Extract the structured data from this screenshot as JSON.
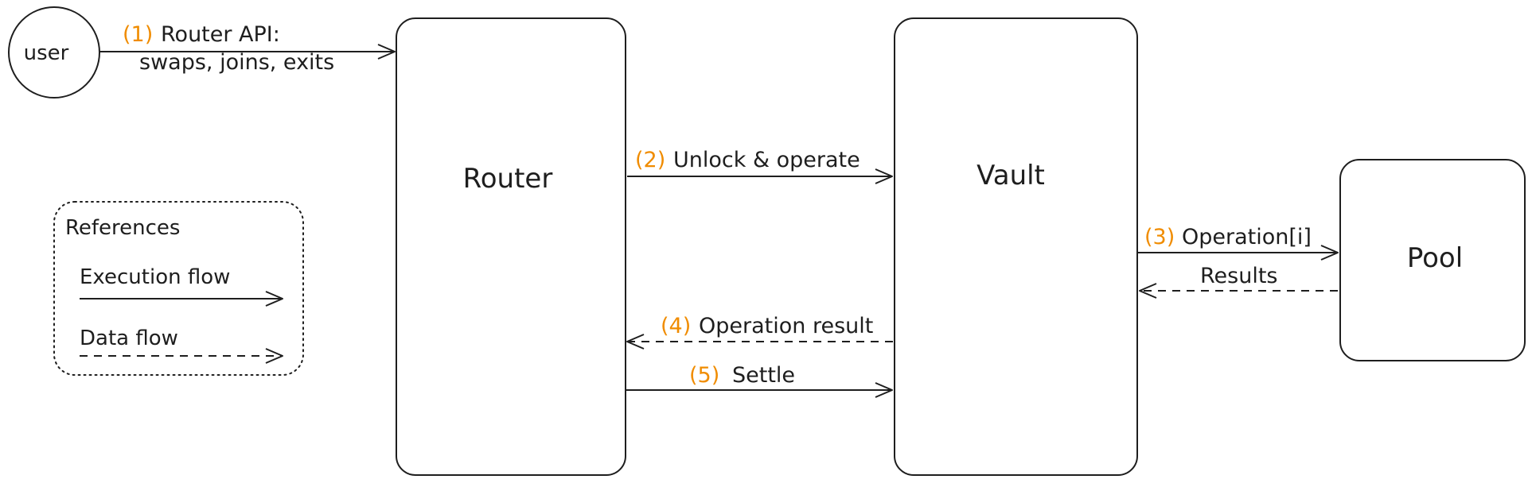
{
  "colors": {
    "stroke": "#1e1e1e",
    "accent": "#f08c00",
    "background": "#ffffff"
  },
  "nodes": {
    "user": "user",
    "router": "Router",
    "vault": "Vault",
    "pool": "Pool"
  },
  "edges": {
    "step1": {
      "num": "(1)",
      "line1": "Router API:",
      "line2": "swaps, joins, exits"
    },
    "step2": {
      "num": "(2)",
      "label": "Unlock & operate"
    },
    "step3": {
      "num": "(3)",
      "label": "Operation[i]"
    },
    "results": {
      "label": "Results"
    },
    "step4": {
      "num": "(4)",
      "label": "Operation result"
    },
    "step5": {
      "num": "(5)",
      "label": "Settle"
    }
  },
  "legend": {
    "title": "References",
    "execution": "Execution flow",
    "data": "Data flow"
  }
}
